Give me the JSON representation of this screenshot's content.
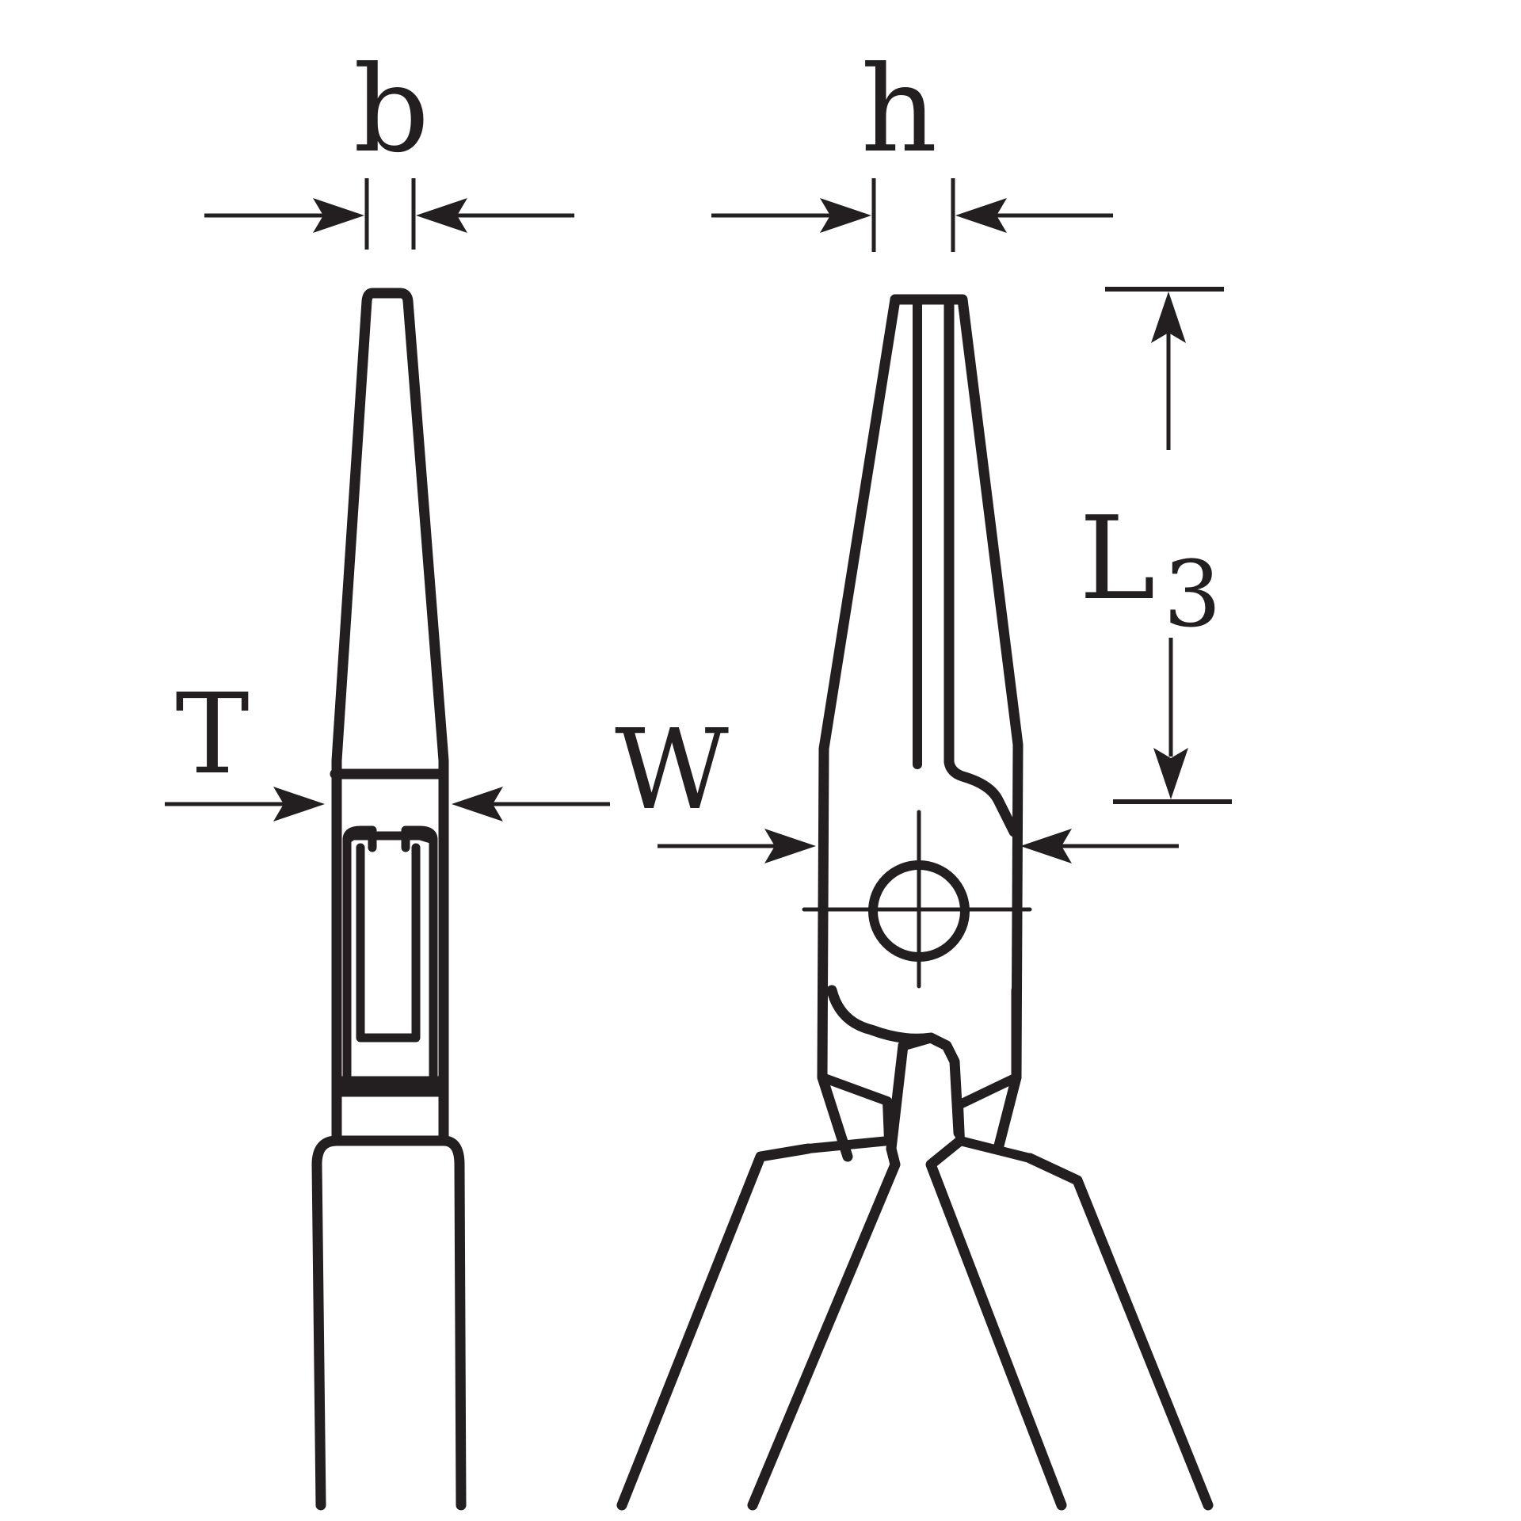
{
  "labels": {
    "b": "b",
    "h": "h",
    "T": "T",
    "W": "W",
    "L": "L",
    "L_sub": "3"
  },
  "colors": {
    "stroke": "#231f20",
    "background": "#ffffff"
  }
}
